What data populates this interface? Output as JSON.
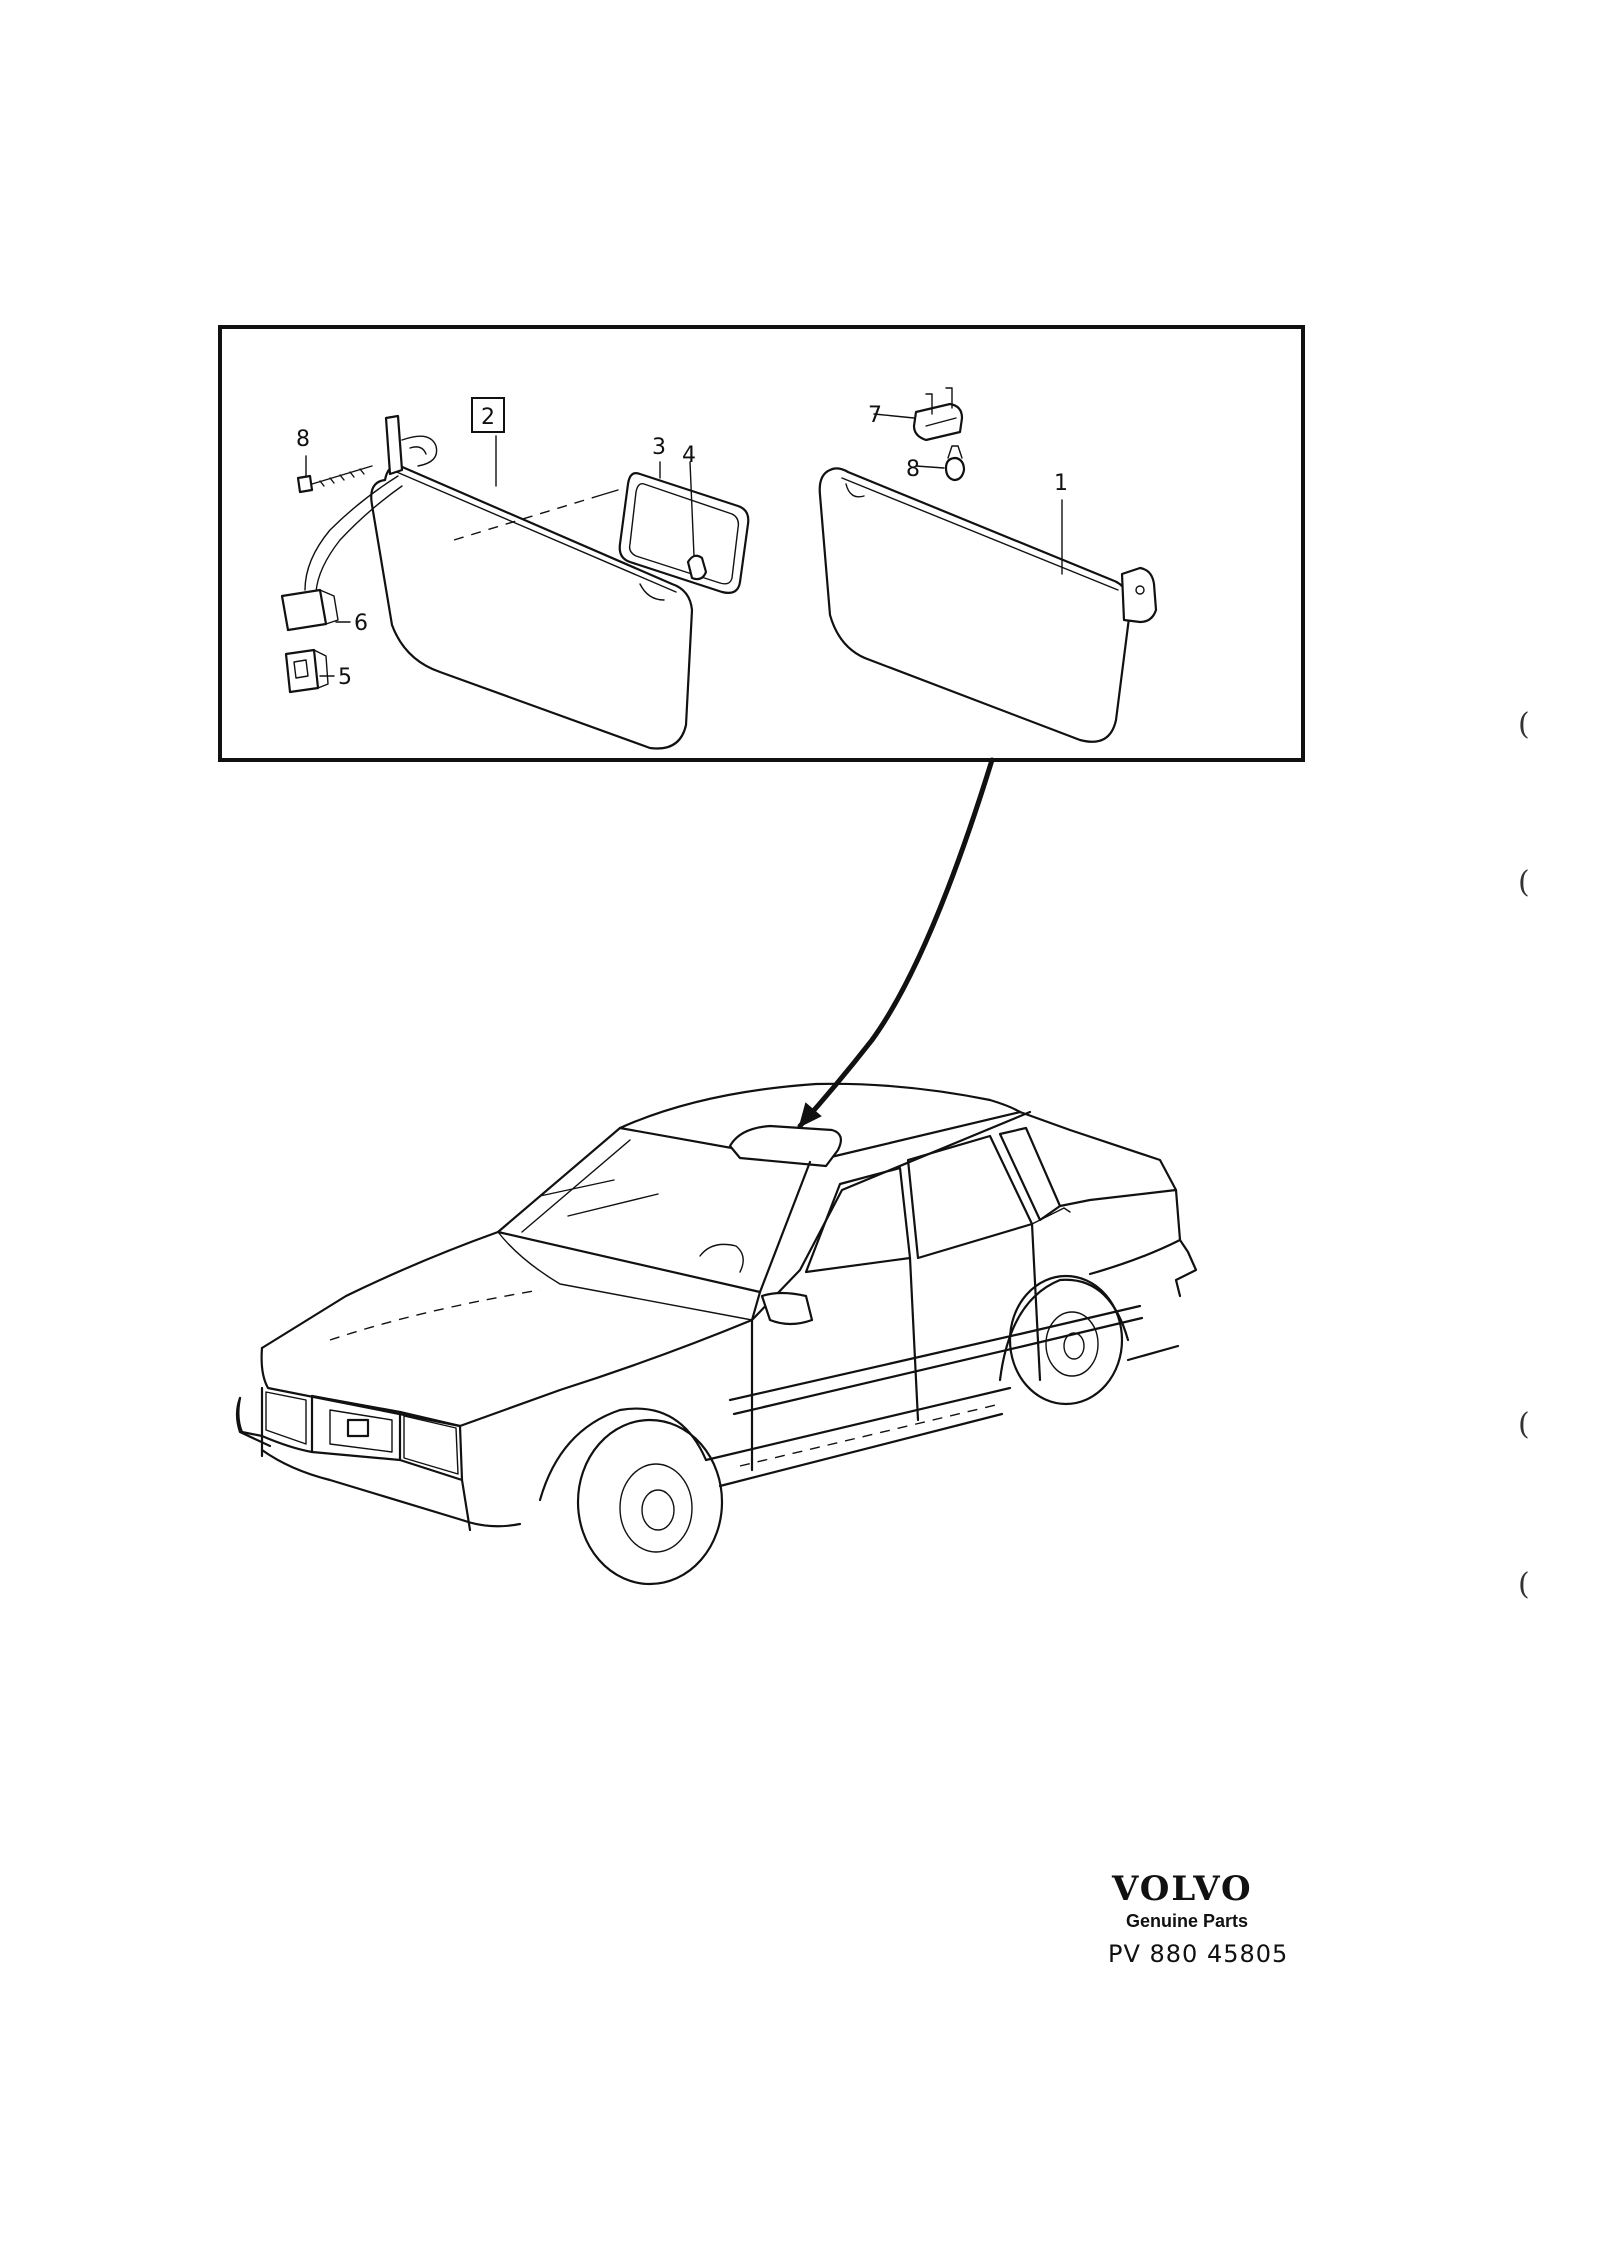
{
  "callouts": {
    "c1": "1",
    "c2": "2",
    "c3": "3",
    "c4": "4",
    "c5": "5",
    "c6": "6",
    "c7": "7",
    "c8a": "8",
    "c8b": "8"
  },
  "brand": {
    "logo": "VOLVO",
    "tagline": "Genuine Parts",
    "part_number": "PV 880 45805"
  },
  "margin_marks": [
    "(",
    "(",
    "(",
    "("
  ]
}
